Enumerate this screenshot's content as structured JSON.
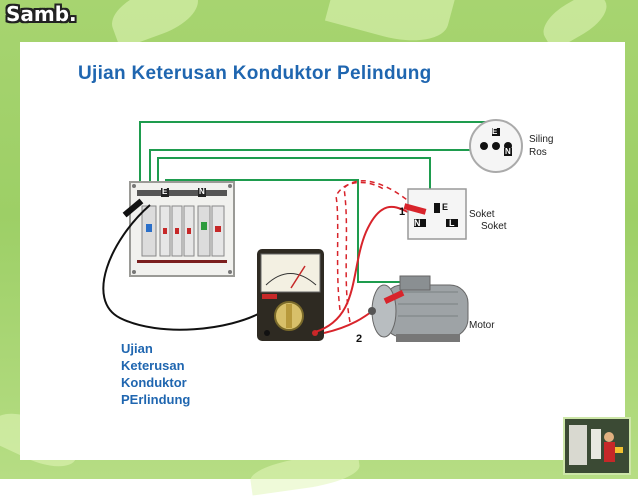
{
  "header": {
    "corner_label": "Samb."
  },
  "slide": {
    "title": "Ujian Keterusan Konduktor Pelindung"
  },
  "caption": {
    "lines": [
      "Ujian",
      "Keterusan",
      "Konduktor",
      "PErlindung"
    ]
  },
  "labels": {
    "ceiling_rose": [
      "Siling",
      "Ros"
    ],
    "socket": [
      "Soket",
      "Soket"
    ],
    "motor": "Motor",
    "point_1": "1",
    "point_2": "2",
    "terminal_e": "E",
    "terminal_n": "N",
    "terminal_l": "L"
  },
  "colors": {
    "background": "#a7d470",
    "title": "#1f66b0",
    "earth_wire": "#1e9c4e",
    "test_lead_red": "#d8242b",
    "test_lead_black": "#111111",
    "dashed_path": "#d8242b"
  },
  "icons": [
    "distribution-board-icon",
    "multimeter-icon",
    "ceiling-rose-icon",
    "socket-outlet-icon",
    "electric-motor-icon",
    "video-thumbnail-icon"
  ]
}
